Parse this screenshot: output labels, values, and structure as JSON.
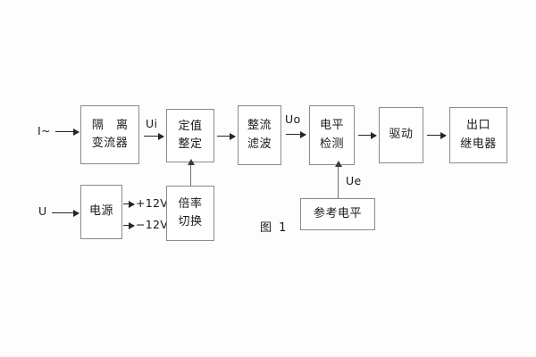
{
  "figure": {
    "caption": "图 1",
    "background_color": "#fdfdfd",
    "box_border_color": "#8a8a8a",
    "line_color": "#262626"
  },
  "inputs": {
    "current": "I~",
    "voltage": "U"
  },
  "signals": {
    "ui": "Ui",
    "uo": "Uo",
    "ue": "Ue",
    "rail_positive": "+12V",
    "rail_negative": "−12V"
  },
  "blocks": [
    {
      "id": "isolation-transformer",
      "line1": "隔 离",
      "line2": "变流器"
    },
    {
      "id": "setting-value",
      "line1": "定值",
      "line2": "整定"
    },
    {
      "id": "rectify-filter",
      "line1": "整流",
      "line2": "滤波"
    },
    {
      "id": "level-detection",
      "line1": "电平",
      "line2": "检测"
    },
    {
      "id": "drive",
      "line1": "驱动",
      "line2": ""
    },
    {
      "id": "output-relay",
      "line1": "出口",
      "line2": "继电器"
    },
    {
      "id": "power-supply",
      "line1": "电源",
      "line2": ""
    },
    {
      "id": "multiplier-switch",
      "line1": "倍率",
      "line2": "切换"
    },
    {
      "id": "reference-level",
      "line1": "参考电平",
      "line2": ""
    }
  ]
}
